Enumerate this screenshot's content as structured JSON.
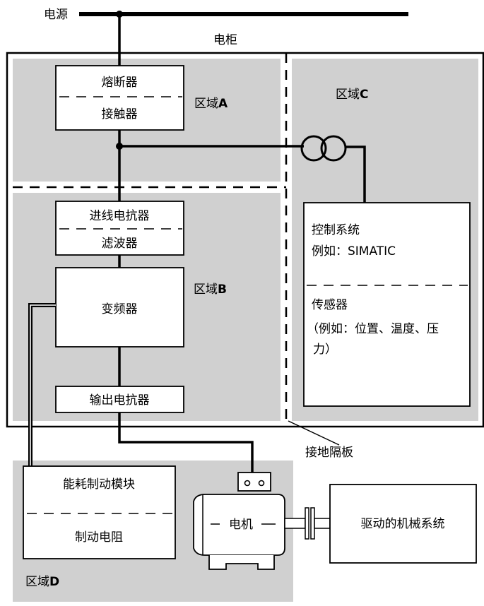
{
  "supply": {
    "label": "电源"
  },
  "cabinet": {
    "label": "电柜"
  },
  "zones": {
    "a": {
      "prefix": "区域",
      "letter": "A"
    },
    "b": {
      "prefix": "区域",
      "letter": "B"
    },
    "c": {
      "prefix": "区域",
      "letter": "C"
    },
    "d": {
      "prefix": "区域",
      "letter": "D"
    }
  },
  "components": {
    "fuse": "熔断器",
    "contactor": "接触器",
    "line_reactor": "进线电抗器",
    "filter": "滤波器",
    "inverter": "变频器",
    "output_reactor": "输出电抗器",
    "braking_module": "能耗制动模块",
    "braking_resistor": "制动电阻",
    "motor": "电机",
    "mechanical_system": "驱动的机械系统"
  },
  "control": {
    "line1": "控制系统",
    "line2": "例如：SIMATIC",
    "sensor_title": "传感器",
    "sensor_line1": "（例如：位置、温度、压",
    "sensor_line2": "力）"
  },
  "ground_plate": {
    "label": "接地隔板"
  },
  "colors": {
    "zone_fill": "#d0d0d0",
    "line": "#000000",
    "background": "#ffffff"
  }
}
